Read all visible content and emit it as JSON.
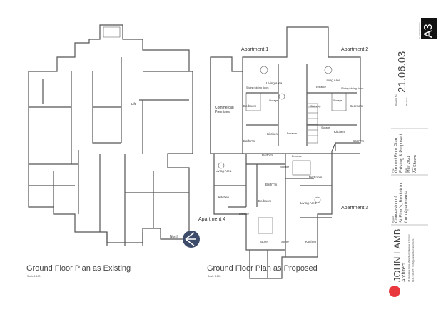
{
  "existing": {
    "title": "Ground Floor Plan as Existing",
    "scale": "Scale 1:100",
    "lift_label": "Lift"
  },
  "proposed": {
    "title": "Ground Floor Plan as Proposed",
    "scale": "Scale 1:100",
    "apartments": [
      "Apartment 1",
      "Apartment 2",
      "Apartment 3",
      "Apartment 4"
    ],
    "rooms": {
      "a1_living": "Living Area",
      "a1_doors": "Sliding folding doors",
      "a1_bedroom": "Bedroom",
      "a1_storage": "Storage",
      "a1_kitchen": "Kitchen",
      "a1_bath": "Bath'r'm",
      "a1_entrance": "Entrance",
      "commercial": "Commercial Premises",
      "a2_living": "Living Area",
      "a2_doors": "Sliding folding doors",
      "a2_entrance": "Entrance",
      "a2_bedroom": "Bedroom",
      "a2_storage": "Storage",
      "a2_storage2": "Storage",
      "a2_kitchen": "Kitchen",
      "a2_bath": "Bath'r'm",
      "stairs": "Stairs Up",
      "a4_living": "Living Area",
      "a4_kitchen": "Kitchen",
      "a4_entrance": "Entrance",
      "a4_bath": "Bath'r'm",
      "a4_storage": "Storage",
      "a3_entrance": "Entrance",
      "a3_bath": "Bath'r'm",
      "a3_bedroom": "Bedroom",
      "a3_bedroom2": "Bedroom",
      "a3_living": "Living Area",
      "a3_kitchen": "Kitchen",
      "store1": "Store",
      "store2": "Store"
    }
  },
  "north": {
    "label": "North",
    "color": "#3d4b6b"
  },
  "title_block": {
    "architect": "JOHN LAMB",
    "architect_sub": "Architect",
    "address": "38 Woodside Drive, Waterfoot, Glasgow G76 0HD",
    "contact": "0141 644 2277 / info@johnlambarchitect.com",
    "project_label": "Project",
    "project": [
      "Conversion of",
      "St.Elmo's, Brodick to",
      "form Apartments"
    ],
    "title_label": "Title",
    "title": [
      "Ground Floor Plan",
      "Existing & Proposed"
    ],
    "date_label": "Date",
    "date": "May 2021",
    "scale_label": "Scale",
    "scale": "As Shown",
    "drawing_no_label": "Drawing No",
    "drawing_no": "21.06.03",
    "revision_label": "Revision",
    "sheet_note": "To scale print size",
    "sheet": "A3",
    "logo_color": "#e8383d"
  }
}
